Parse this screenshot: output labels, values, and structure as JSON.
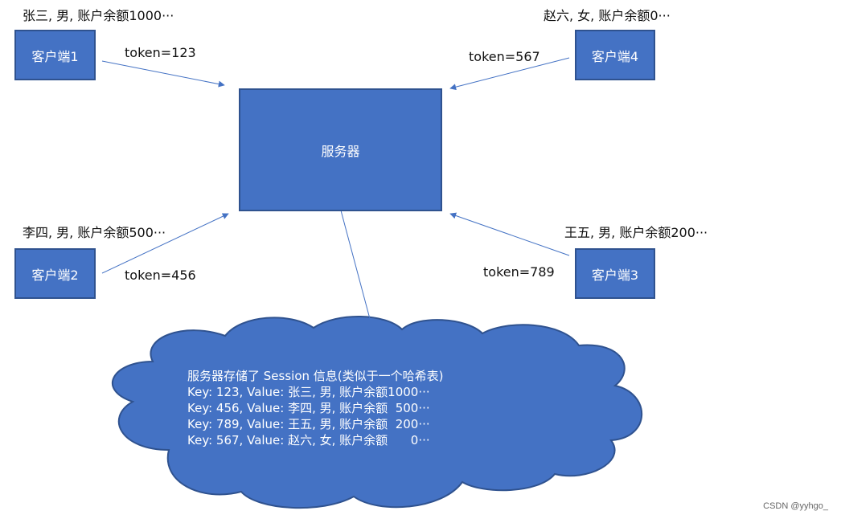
{
  "server": {
    "label": "服务器"
  },
  "clients": [
    {
      "label": "客户端1",
      "info": "张三, 男, 账户余额1000···",
      "token": "token=123"
    },
    {
      "label": "客户端2",
      "info": "李四, 男, 账户余额500···",
      "token": "token=456"
    },
    {
      "label": "客户端3",
      "info": "王五, 男, 账户余额200···",
      "token": "token=789"
    },
    {
      "label": "客户端4",
      "info": "赵六, 女, 账户余额0···",
      "token": "token=567"
    }
  ],
  "session": {
    "title": "服务器存储了 Session 信息(类似于一个哈希表)",
    "lines": [
      "Key: 123, Value: 张三, 男, 账户余额1000···",
      "Key: 456, Value: 李四, 男, 账户余额  500···",
      "Key: 789, Value: 王五, 男, 账户余额  200···",
      "Key: 567, Value: 赵六, 女, 账户余额      0···"
    ]
  },
  "colors": {
    "box": "#4472c4",
    "box_border": "#2f528f",
    "line": "#4472c4"
  },
  "watermark": "CSDN @yyhgo_"
}
